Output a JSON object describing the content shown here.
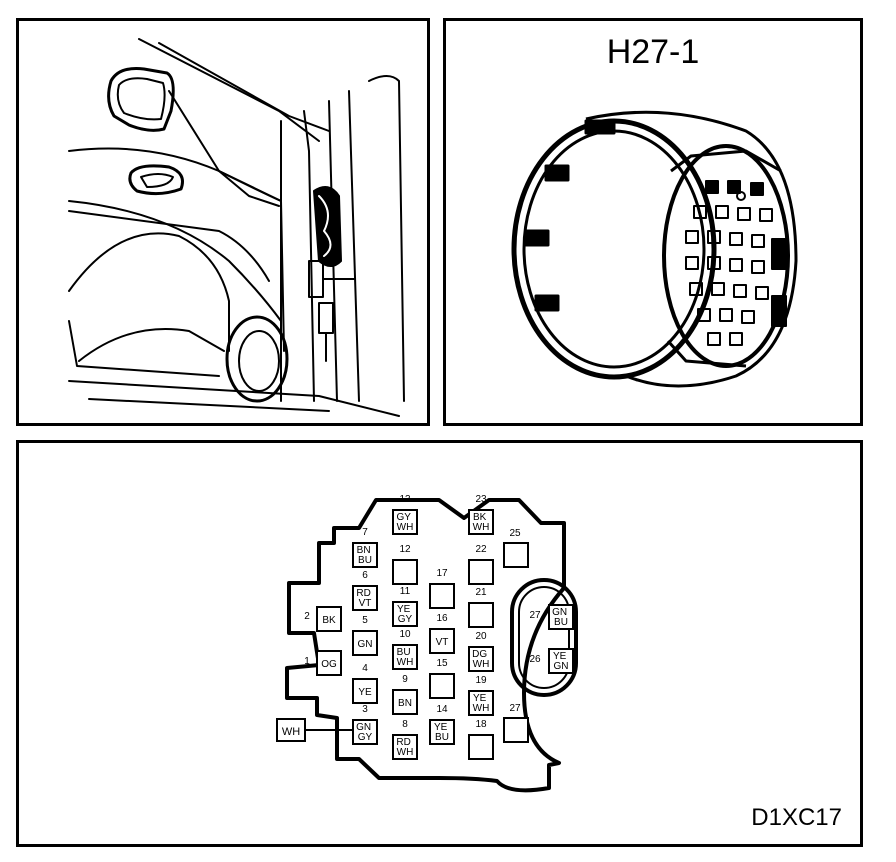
{
  "connector_title": "H27-1",
  "diagram_code": "D1XC17",
  "external_wire": "WH",
  "pins": [
    {
      "num": "1",
      "color": "OG"
    },
    {
      "num": "2",
      "color": "BK"
    },
    {
      "num": "3",
      "color": "GN GY"
    },
    {
      "num": "4",
      "color": "YE"
    },
    {
      "num": "5",
      "color": "GN"
    },
    {
      "num": "6",
      "color": "RD VT"
    },
    {
      "num": "7",
      "color": "BN BU"
    },
    {
      "num": "8",
      "color": "RD WH"
    },
    {
      "num": "9",
      "color": "BN"
    },
    {
      "num": "10",
      "color": "BU WH"
    },
    {
      "num": "11",
      "color": "YE GY"
    },
    {
      "num": "12",
      "color": ""
    },
    {
      "num": "13",
      "color": "GY WH"
    },
    {
      "num": "14",
      "color": "YE BU"
    },
    {
      "num": "15",
      "color": ""
    },
    {
      "num": "16",
      "color": "VT"
    },
    {
      "num": "17",
      "color": ""
    },
    {
      "num": "18",
      "color": ""
    },
    {
      "num": "19",
      "color": "YE WH"
    },
    {
      "num": "20",
      "color": "DG WH"
    },
    {
      "num": "21",
      "color": ""
    },
    {
      "num": "22",
      "color": ""
    },
    {
      "num": "23",
      "color": "BK WH"
    },
    {
      "num": "25",
      "color": ""
    },
    {
      "num": "27",
      "color": ""
    },
    {
      "num": "27",
      "color": "GN BU"
    },
    {
      "num": "26",
      "color": "YE GN"
    }
  ]
}
